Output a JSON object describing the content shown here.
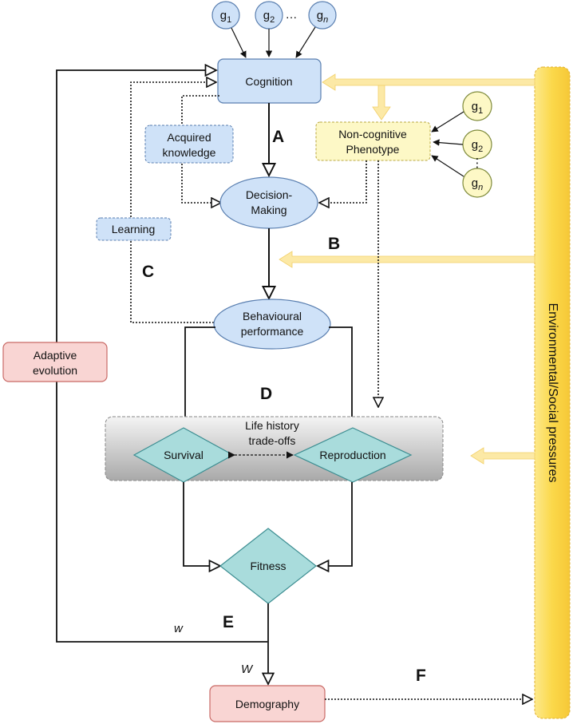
{
  "genes_top": [
    {
      "base": "g",
      "sub": "1"
    },
    {
      "base": "g",
      "sub": "2"
    },
    {
      "base": "g",
      "sub": "n"
    }
  ],
  "genes_right": [
    {
      "base": "g",
      "sub": "1"
    },
    {
      "base": "g",
      "sub": "2"
    },
    {
      "base": "g",
      "sub": "n"
    }
  ],
  "ellipsis": "…",
  "vertical_ellipsis": "⋮",
  "nodes": {
    "cognition": "Cognition",
    "acquired_knowledge": [
      "Acquired",
      "knowledge"
    ],
    "non_cognitive_phenotype": [
      "Non-cognitive",
      "Phenotype"
    ],
    "decision_making": [
      "Decision-",
      "Making"
    ],
    "learning": "Learning",
    "behavioural_performance": [
      "Behavioural",
      "performance"
    ],
    "adaptive_evolution": [
      "Adaptive",
      "evolution"
    ],
    "life_history": [
      "Life history",
      "trade-offs"
    ],
    "survival": "Survival",
    "reproduction": "Reproduction",
    "fitness": "Fitness",
    "demography": "Demography",
    "environment": "Environmental/Social pressures"
  },
  "section_labels": {
    "a": "A",
    "b": "B",
    "c": "C",
    "d": "D",
    "e": "E",
    "f": "F"
  },
  "w_lower": "w",
  "w_upper": "W",
  "colors": {
    "blue_fill": "#cfe2f8",
    "blue_stroke": "#5a7fb0",
    "yellow_fill": "#fdf8c6",
    "yellow_bar": "#fbd94a",
    "pale_yellow_arrow": "#fbe7a8",
    "pink_fill": "#f9d5d3",
    "pink_stroke": "#c96a66",
    "teal_fill": "#a9dcdc",
    "teal_stroke": "#3c8d91",
    "gray_band": "#cfcfcf"
  }
}
